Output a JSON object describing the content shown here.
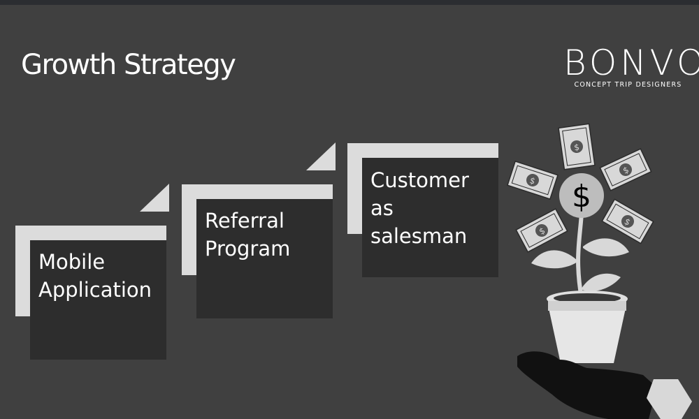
{
  "title": "Growth Strategy",
  "logo": {
    "word": "BONVO",
    "tagline": "CONCEPT TRIP DESIGNERS"
  },
  "steps": [
    {
      "label_line1": "Mobile",
      "label_line2": "Application"
    },
    {
      "label_line1": "Referral",
      "label_line2": "Program"
    },
    {
      "label_line1": "Customer",
      "label_line2": "as",
      "label_line3": "salesman"
    }
  ],
  "illustration": {
    "center_symbol": "$",
    "bill_symbol": "$"
  },
  "colors": {
    "background": "#404040",
    "box": "#2d2d2d",
    "frame": "#dcdcdc",
    "text": "#ffffff"
  }
}
